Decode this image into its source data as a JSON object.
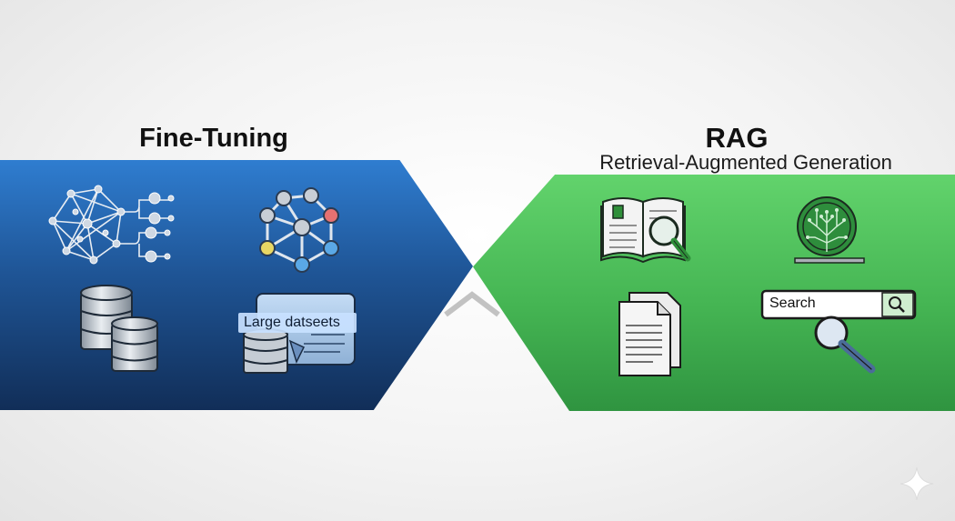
{
  "fine_tuning": {
    "title": "Fine-Tuning",
    "icons": [
      "neural-network-icon",
      "node-graph-icon",
      "database-stack-icon",
      "dataset-document-icon"
    ],
    "dataset_label": "Large datseets",
    "color": "#1f5596"
  },
  "rag": {
    "title": "RAG",
    "subtitle": "Retrieval-Augmented Generation",
    "icons": [
      "book-magnifier-icon",
      "circuit-brain-icon",
      "documents-icon",
      "search-bar-icon"
    ],
    "search_label": "Search",
    "color": "#45b553"
  },
  "center": {
    "icon": "chevron-up-icon"
  },
  "corner": {
    "icon": "sparkle-icon"
  }
}
